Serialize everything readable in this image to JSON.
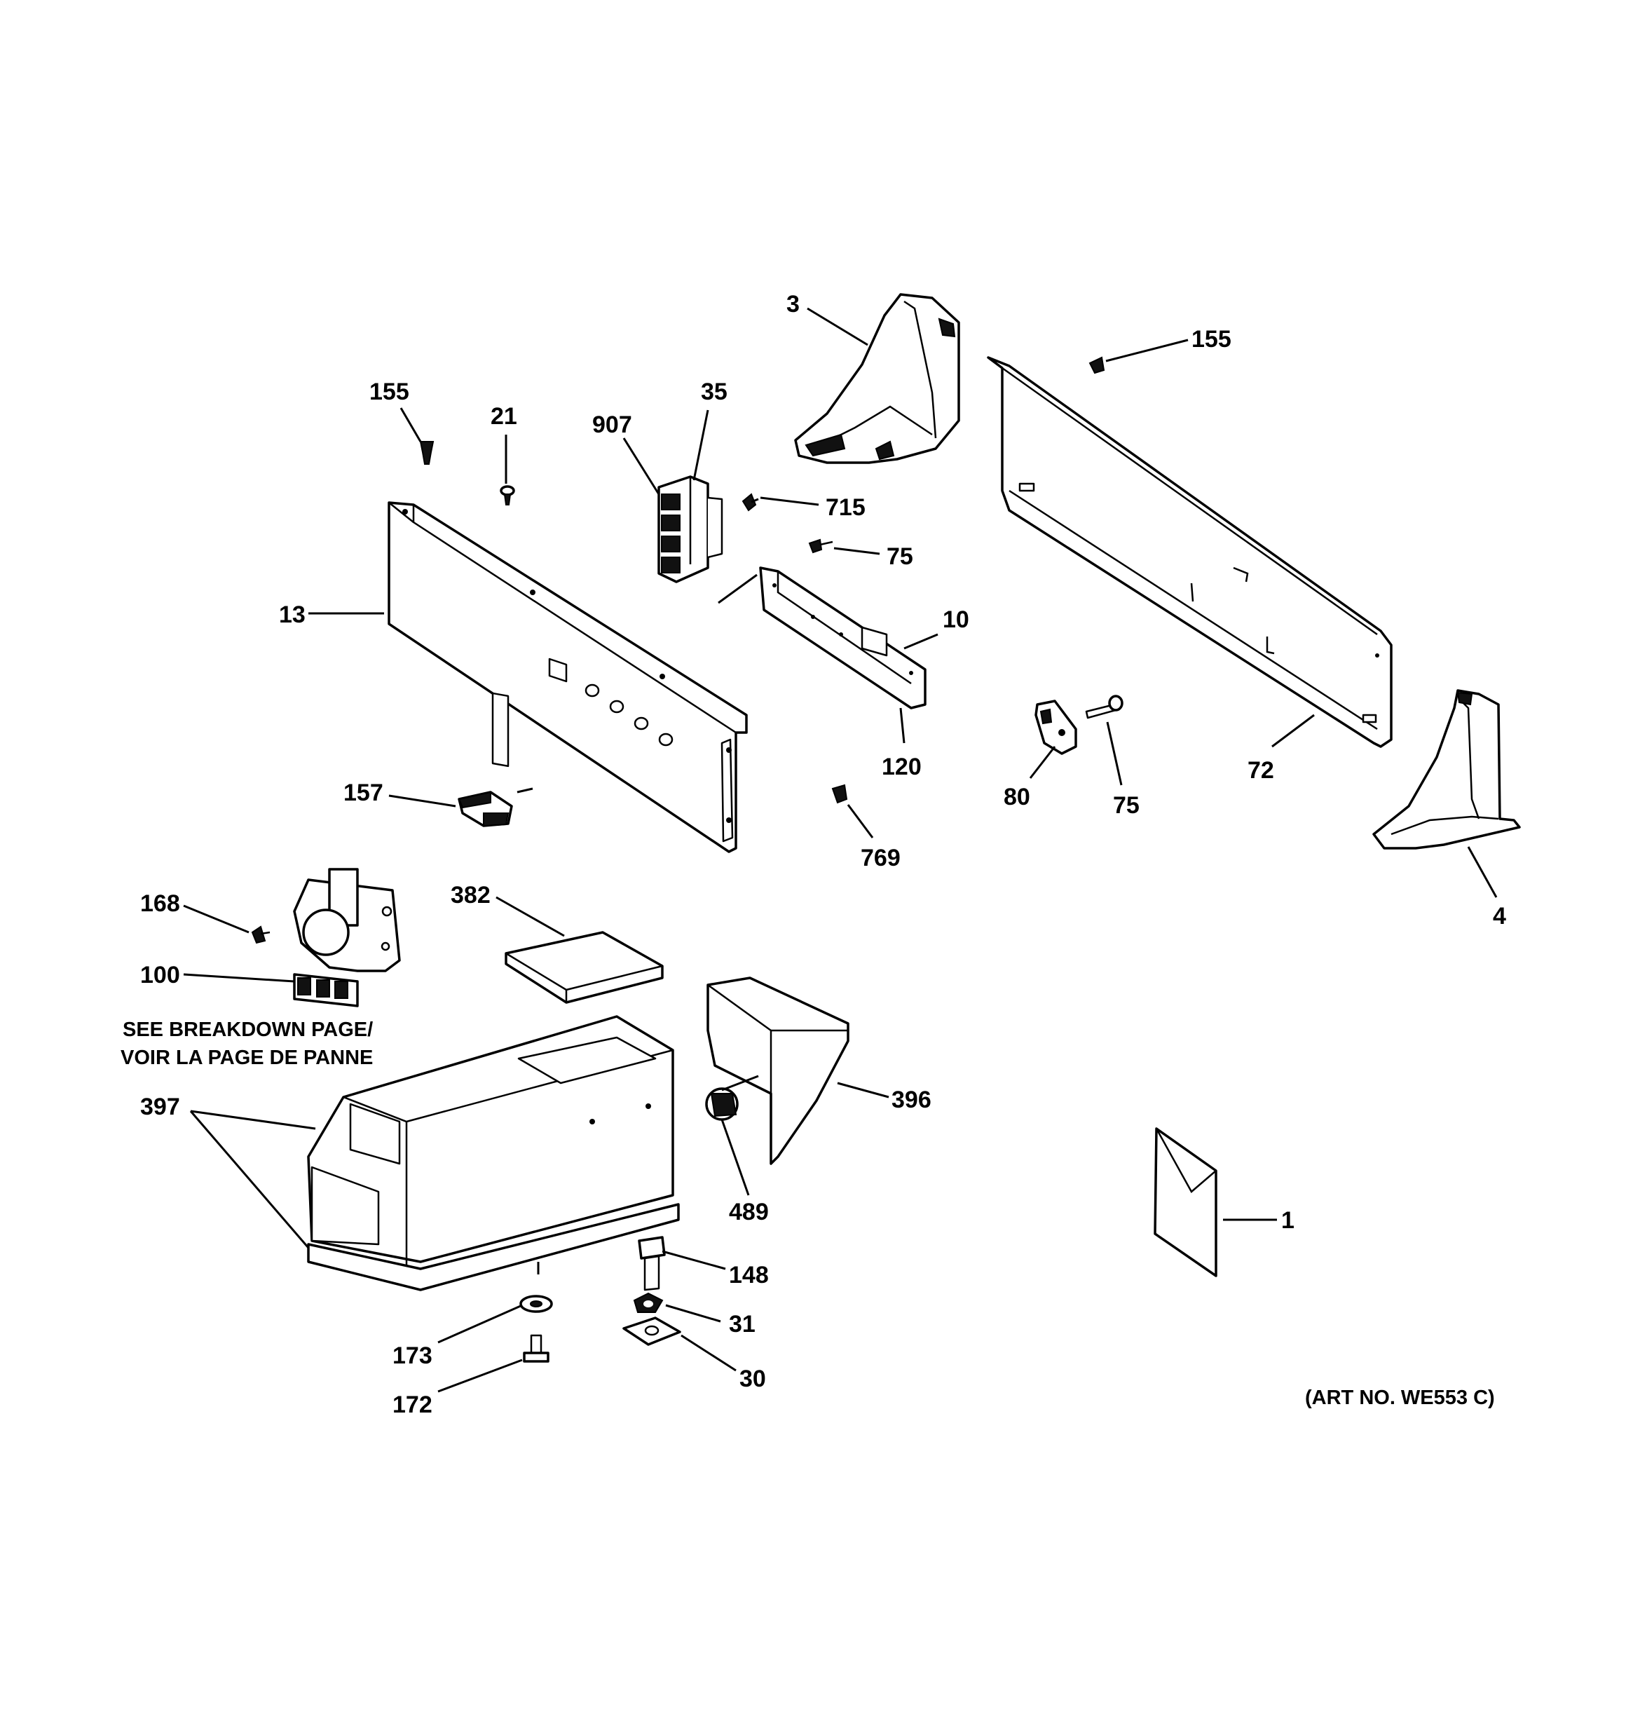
{
  "callouts": [
    {
      "id": "p3",
      "text": "3"
    },
    {
      "id": "p155a",
      "text": "155"
    },
    {
      "id": "p155b",
      "text": "155"
    },
    {
      "id": "p21",
      "text": "21"
    },
    {
      "id": "p907",
      "text": "907"
    },
    {
      "id": "p35",
      "text": "35"
    },
    {
      "id": "p715",
      "text": "715"
    },
    {
      "id": "p75a",
      "text": "75"
    },
    {
      "id": "p13",
      "text": "13"
    },
    {
      "id": "p10",
      "text": "10"
    },
    {
      "id": "p120",
      "text": "120"
    },
    {
      "id": "p72",
      "text": "72"
    },
    {
      "id": "p80",
      "text": "80"
    },
    {
      "id": "p75b",
      "text": "75"
    },
    {
      "id": "p157",
      "text": "157"
    },
    {
      "id": "p769",
      "text": "769"
    },
    {
      "id": "p4",
      "text": "4"
    },
    {
      "id": "p168",
      "text": "168"
    },
    {
      "id": "p382",
      "text": "382"
    },
    {
      "id": "p100",
      "text": "100"
    },
    {
      "id": "p397",
      "text": "397"
    },
    {
      "id": "p396",
      "text": "396"
    },
    {
      "id": "p489",
      "text": "489"
    },
    {
      "id": "p1",
      "text": "1"
    },
    {
      "id": "p148",
      "text": "148"
    },
    {
      "id": "p31",
      "text": "31"
    },
    {
      "id": "p173",
      "text": "173"
    },
    {
      "id": "p30",
      "text": "30"
    },
    {
      "id": "p172",
      "text": "172"
    }
  ],
  "notes": {
    "breakdown_line1": "SEE BREAKDOWN PAGE/",
    "breakdown_line2": "VOIR LA PAGE DE PANNE",
    "art_number": "(ART NO. WE553 C)"
  }
}
